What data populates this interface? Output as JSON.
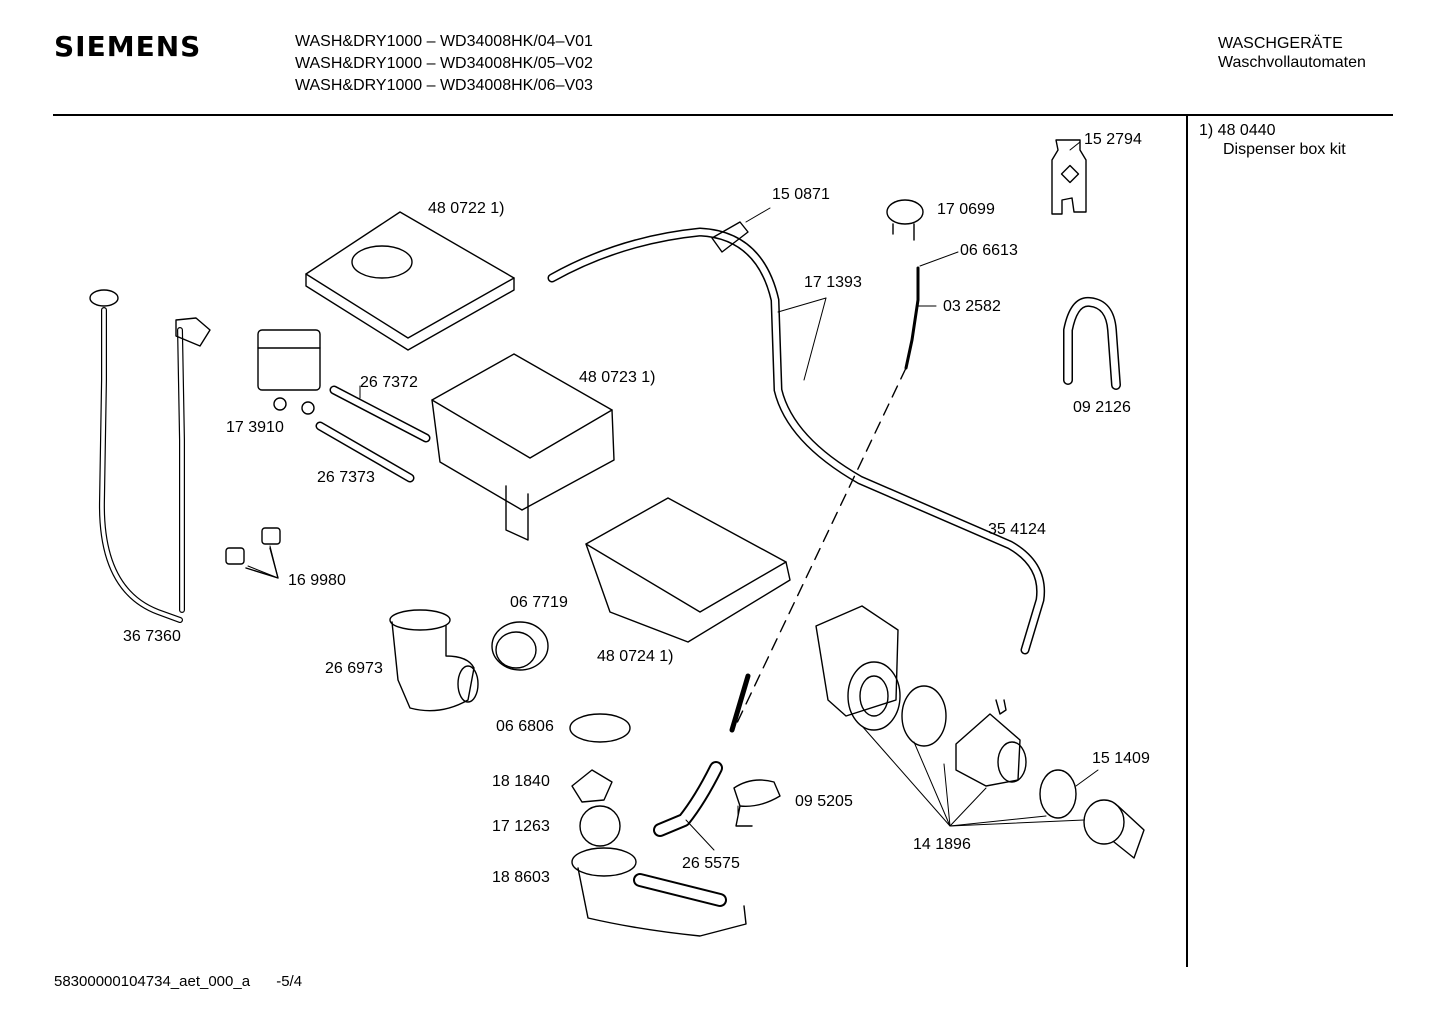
{
  "header": {
    "brand": "SIEMENS",
    "models": [
      "WASH&DRY1000 – WD34008HK/04–V01",
      "WASH&DRY1000 – WD34008HK/05–V02",
      "WASH&DRY1000 – WD34008HK/06–V03"
    ],
    "category": "WASCHGERÄTE",
    "subcategory": "Waschvollautomaten"
  },
  "footnote": {
    "ref": "1) 48 0440",
    "description": "Dispenser box kit"
  },
  "part_labels": [
    "48 0722 1)",
    "15 0871",
    "15 2794",
    "17 0699",
    "06 6613",
    "17 1393",
    "03 2582",
    "09 2126",
    "26 7372",
    "48 0723 1)",
    "17 3910",
    "26 7373",
    "35 4124",
    "16 9980",
    "06 7719",
    "36 7360",
    "26 6973",
    "48 0724 1)",
    "06 6806",
    "15 1409",
    "18 1840",
    "09 5205",
    "17 1263",
    "26 5575",
    "14 1896",
    "18 8603"
  ],
  "footer": {
    "doc_id": "58300000104734_aet_000_a",
    "page": "-5/4"
  }
}
